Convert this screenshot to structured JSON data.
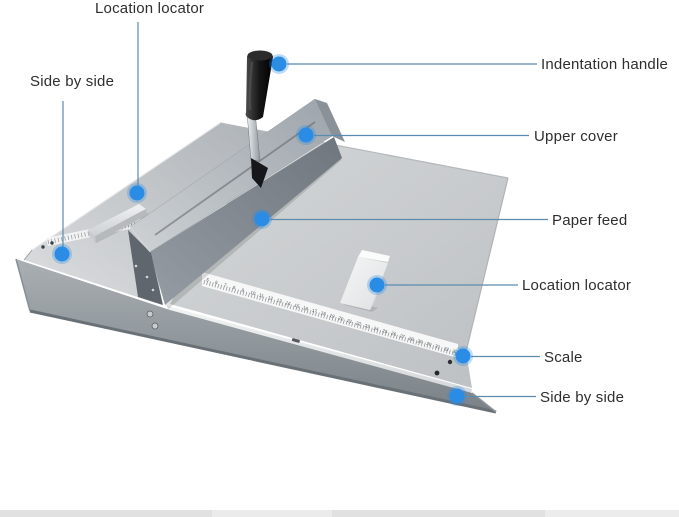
{
  "figure": {
    "type": "annotated-product-diagram",
    "subject": "paper creasing machine"
  },
  "annotations": [
    {
      "id": "location-locator-top",
      "label": "Location locator"
    },
    {
      "id": "side-by-side-left",
      "label": "Side by side"
    },
    {
      "id": "indentation-handle",
      "label": "Indentation handle"
    },
    {
      "id": "upper-cover",
      "label": "Upper cover"
    },
    {
      "id": "paper-feed",
      "label": "Paper feed"
    },
    {
      "id": "location-locator-right",
      "label": "Location locator"
    },
    {
      "id": "scale",
      "label": "Scale"
    },
    {
      "id": "side-by-side-right",
      "label": "Side by side"
    }
  ],
  "ruler": {
    "start": 5,
    "end": 33
  },
  "colors": {
    "hotspot_blue": "#2a8ce4",
    "leader_line": "#5b8cae",
    "label_text": "#2e2e2e",
    "machine_gray_light": "#ccd0d3",
    "machine_gray_mid": "#8b929a",
    "machine_gray_dark": "#60666d",
    "ruler_white": "#f6f7f6"
  }
}
